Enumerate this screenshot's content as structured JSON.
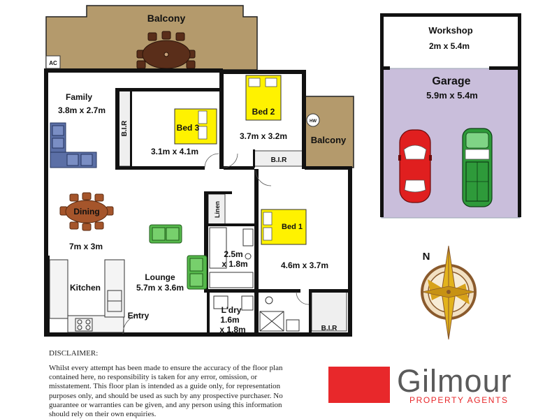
{
  "rooms": {
    "balcony_top": "Balcony",
    "ac": "AC",
    "family_name": "Family",
    "family_dim": "3.8m x 2.7m",
    "bir_bed3": "B.I.R",
    "bed3_name": "Bed 3",
    "bed3_dim": "3.1m x 4.1m",
    "bed2_name": "Bed 2",
    "bed2_dim": "3.7m x 3.2m",
    "bir_bed2": "B.I.R",
    "hw": "HW",
    "balcony_side": "Balcony",
    "dining_name": "Dining",
    "dining_dim": "7m x 3m",
    "linen": "Linen",
    "bed1_name": "Bed 1",
    "bath_dim_1": "2.5m",
    "bath_dim_2": "x 1.8m",
    "bed1_dim": "4.6m x 3.7m",
    "kitchen": "Kitchen",
    "lounge_name": "Lounge",
    "lounge_dim": "5.7m x 3.6m",
    "entry": "Entry",
    "ldry_name": "L'dry",
    "ldry_dim_1": "1.6m",
    "ldry_dim_2": "x 1.8m",
    "bir_bed1": "B.I.R",
    "workshop_name": "Workshop",
    "workshop_dim": "2m x 5.4m",
    "garage_name": "Garage",
    "garage_dim": "5.9m x 5.4m"
  },
  "compass": {
    "north": "N"
  },
  "disclaimer": {
    "title": "DISCLAIMER:",
    "body": "Whilst every attempt has been made to ensure the accuracy of the floor plan contained here, no responsibility is taken for any error, omission, or misstatement. This floor plan is intended as a guide only, for representation purposes only, and should be used as such by any prospective purchaser. No guarantee or warranties can be given, and any person using this information should rely on their own enquiries."
  },
  "logo": {
    "name": "Gilmour",
    "tagline": "PROPERTY AGENTS"
  },
  "colors": {
    "balcony": "#b49a6c",
    "garage": "#c9bedb",
    "bed": "#fff200",
    "sofa": "#5b6fa6",
    "green_furniture": "#55b84b",
    "dining": "#a5552b",
    "brand_red": "#e8282b",
    "car_red": "#e01f1f",
    "car_green": "#2e9a3a"
  }
}
